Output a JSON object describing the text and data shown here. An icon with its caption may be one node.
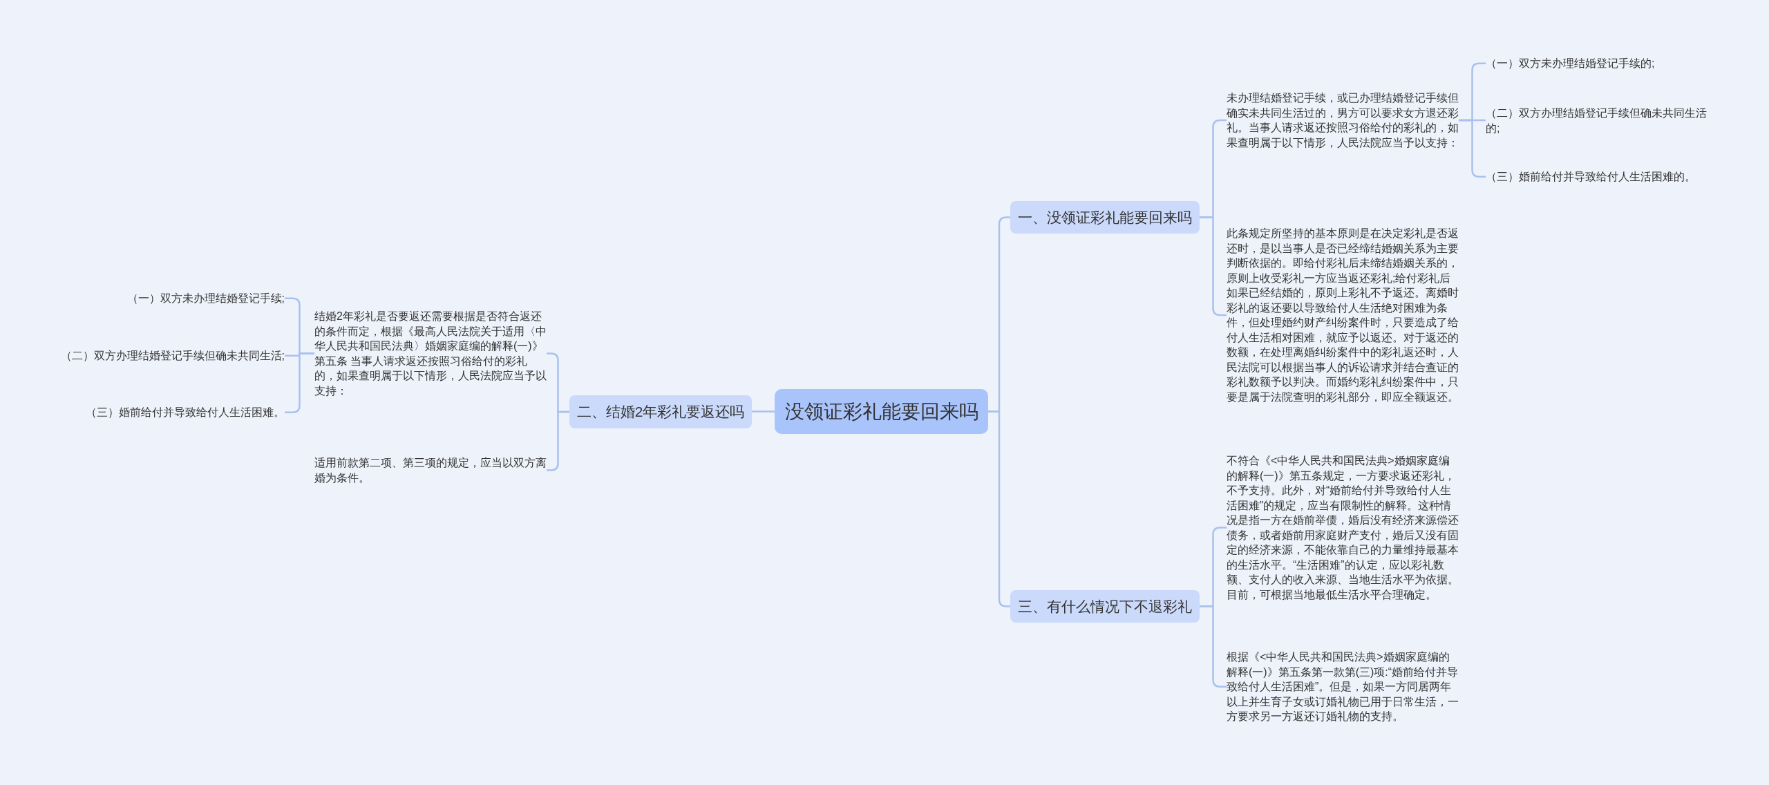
{
  "diagram": {
    "nodes": [
      {
        "text": [
          "没领证彩礼能要回来吗"
        ]
      },
      {
        "text": [
          "一、没领证彩礼能要回来吗"
        ]
      },
      {
        "text": [
          "未办理结婚登记手续，或已办理结婚登记手续但确实未共同生活过的，男方可以要求女方退还彩礼。当事人请求返还按照习俗给付的彩礼的，如果查明属于以下情形，人民法院应当予以支持："
        ]
      },
      {
        "text": [
          "（一）双方未办理结婚登记手续的;"
        ]
      },
      {
        "text": [
          "（二）双方办理结婚登记手续但确未共同生活的;"
        ]
      },
      {
        "text": [
          "（三）婚前给付并导致给付人生活困难的。"
        ]
      },
      {
        "text": [
          "此条规定所坚持的基本原则是在决定彩礼是否返还时，是以当事人是否已经缔结婚姻关系为主要判断依据的。即给付彩礼后未缔结婚姻关系的，原则上收受彩礼一方应当返还彩礼;给付彩礼后如果已经结婚的，原则上彩礼不予返还。离婚时彩礼的返还要以导致给付人生活绝对困难为条件，但处理婚约财产纠纷案件时，只要造成了给付人生活相对困难，就应予以返还。对于返还的数额，在处理离婚纠纷案件中的彩礼返还时，人民法院可以根据当事人的诉讼请求并结合查证的彩礼数额予以判决。而婚约彩礼纠纷案件中，只要是属于法院查明的彩礼部分，即应全额返还。"
        ]
      },
      {
        "text": [
          "三、有什么情况下不退彩礼"
        ]
      },
      {
        "text": [
          "不符合《<中华人民共和国民法典>婚姻家庭编的解释(一)》第五条规定，一方要求返还彩礼，不予支持。此外，对“婚前给付并导致给付人生活困难”的规定，应当有限制性的解释。这种情况是指一方在婚前举债，婚后没有经济来源偿还债务，或者婚前用家庭财产支付，婚后又没有固定的经济来源，不能依靠自己的力量维持最基本的生活水平。“生活困难”的认定，应以彩礼数额、支付人的收入来源、当地生活水平为依据。目前，可根据当地最低生活水平合理确定。"
        ]
      },
      {
        "text": [
          "根据《<中华人民共和国民法典>婚姻家庭编的解释(一)》第五条第一款第(三)项:“婚前给付并导致给付人生活困难”。但是，如果一方同居两年以上并生育子女或订婚礼物已用于日常生活，一方要求另一方返还订婚礼物的支持。"
        ]
      },
      {
        "text": [
          "二、结婚2年彩礼要返还吗"
        ]
      },
      {
        "text": [
          "结婚2年彩礼是否要返还需要根据是否符合返还的条件而定，根据《最高人民法院关于适用〈中华人民共和国民法典〉婚姻家庭编的解释(一)》第五条 当事人请求返还按照习俗给付的彩礼的，如果查明属于以下情形，人民法院应当予以支持："
        ]
      },
      {
        "text": [
          "（一）双方未办理结婚登记手续;"
        ]
      },
      {
        "text": [
          "（二）双方办理结婚登记手续但确未共同生活;"
        ]
      },
      {
        "text": [
          "（三）婚前给付并导致给付人生活困难。"
        ]
      },
      {
        "text": [
          "适用前款第二项、第三项的规定，应当以双方离婚为条件。"
        ]
      }
    ],
    "edges": [
      {
        "from": 0,
        "to": 1,
        "arrow": "none"
      },
      {
        "from": 1,
        "to": 2,
        "arrow": "none"
      },
      {
        "from": 2,
        "to": 3,
        "arrow": "none"
      },
      {
        "from": 2,
        "to": 4,
        "arrow": "none"
      },
      {
        "from": 2,
        "to": 5,
        "arrow": "none"
      },
      {
        "from": 1,
        "to": 6,
        "arrow": "none"
      },
      {
        "from": 0,
        "to": 7,
        "arrow": "none"
      },
      {
        "from": 7,
        "to": 8,
        "arrow": "none"
      },
      {
        "from": 7,
        "to": 9,
        "arrow": "none"
      },
      {
        "from": 0,
        "to": 10,
        "arrow": "none"
      },
      {
        "from": 10,
        "to": 11,
        "arrow": "none"
      },
      {
        "from": 11,
        "to": 12,
        "arrow": "none"
      },
      {
        "from": 11,
        "to": 13,
        "arrow": "none"
      },
      {
        "from": 11,
        "to": 14,
        "arrow": "none"
      },
      {
        "from": 10,
        "to": 15,
        "arrow": "none"
      }
    ]
  }
}
